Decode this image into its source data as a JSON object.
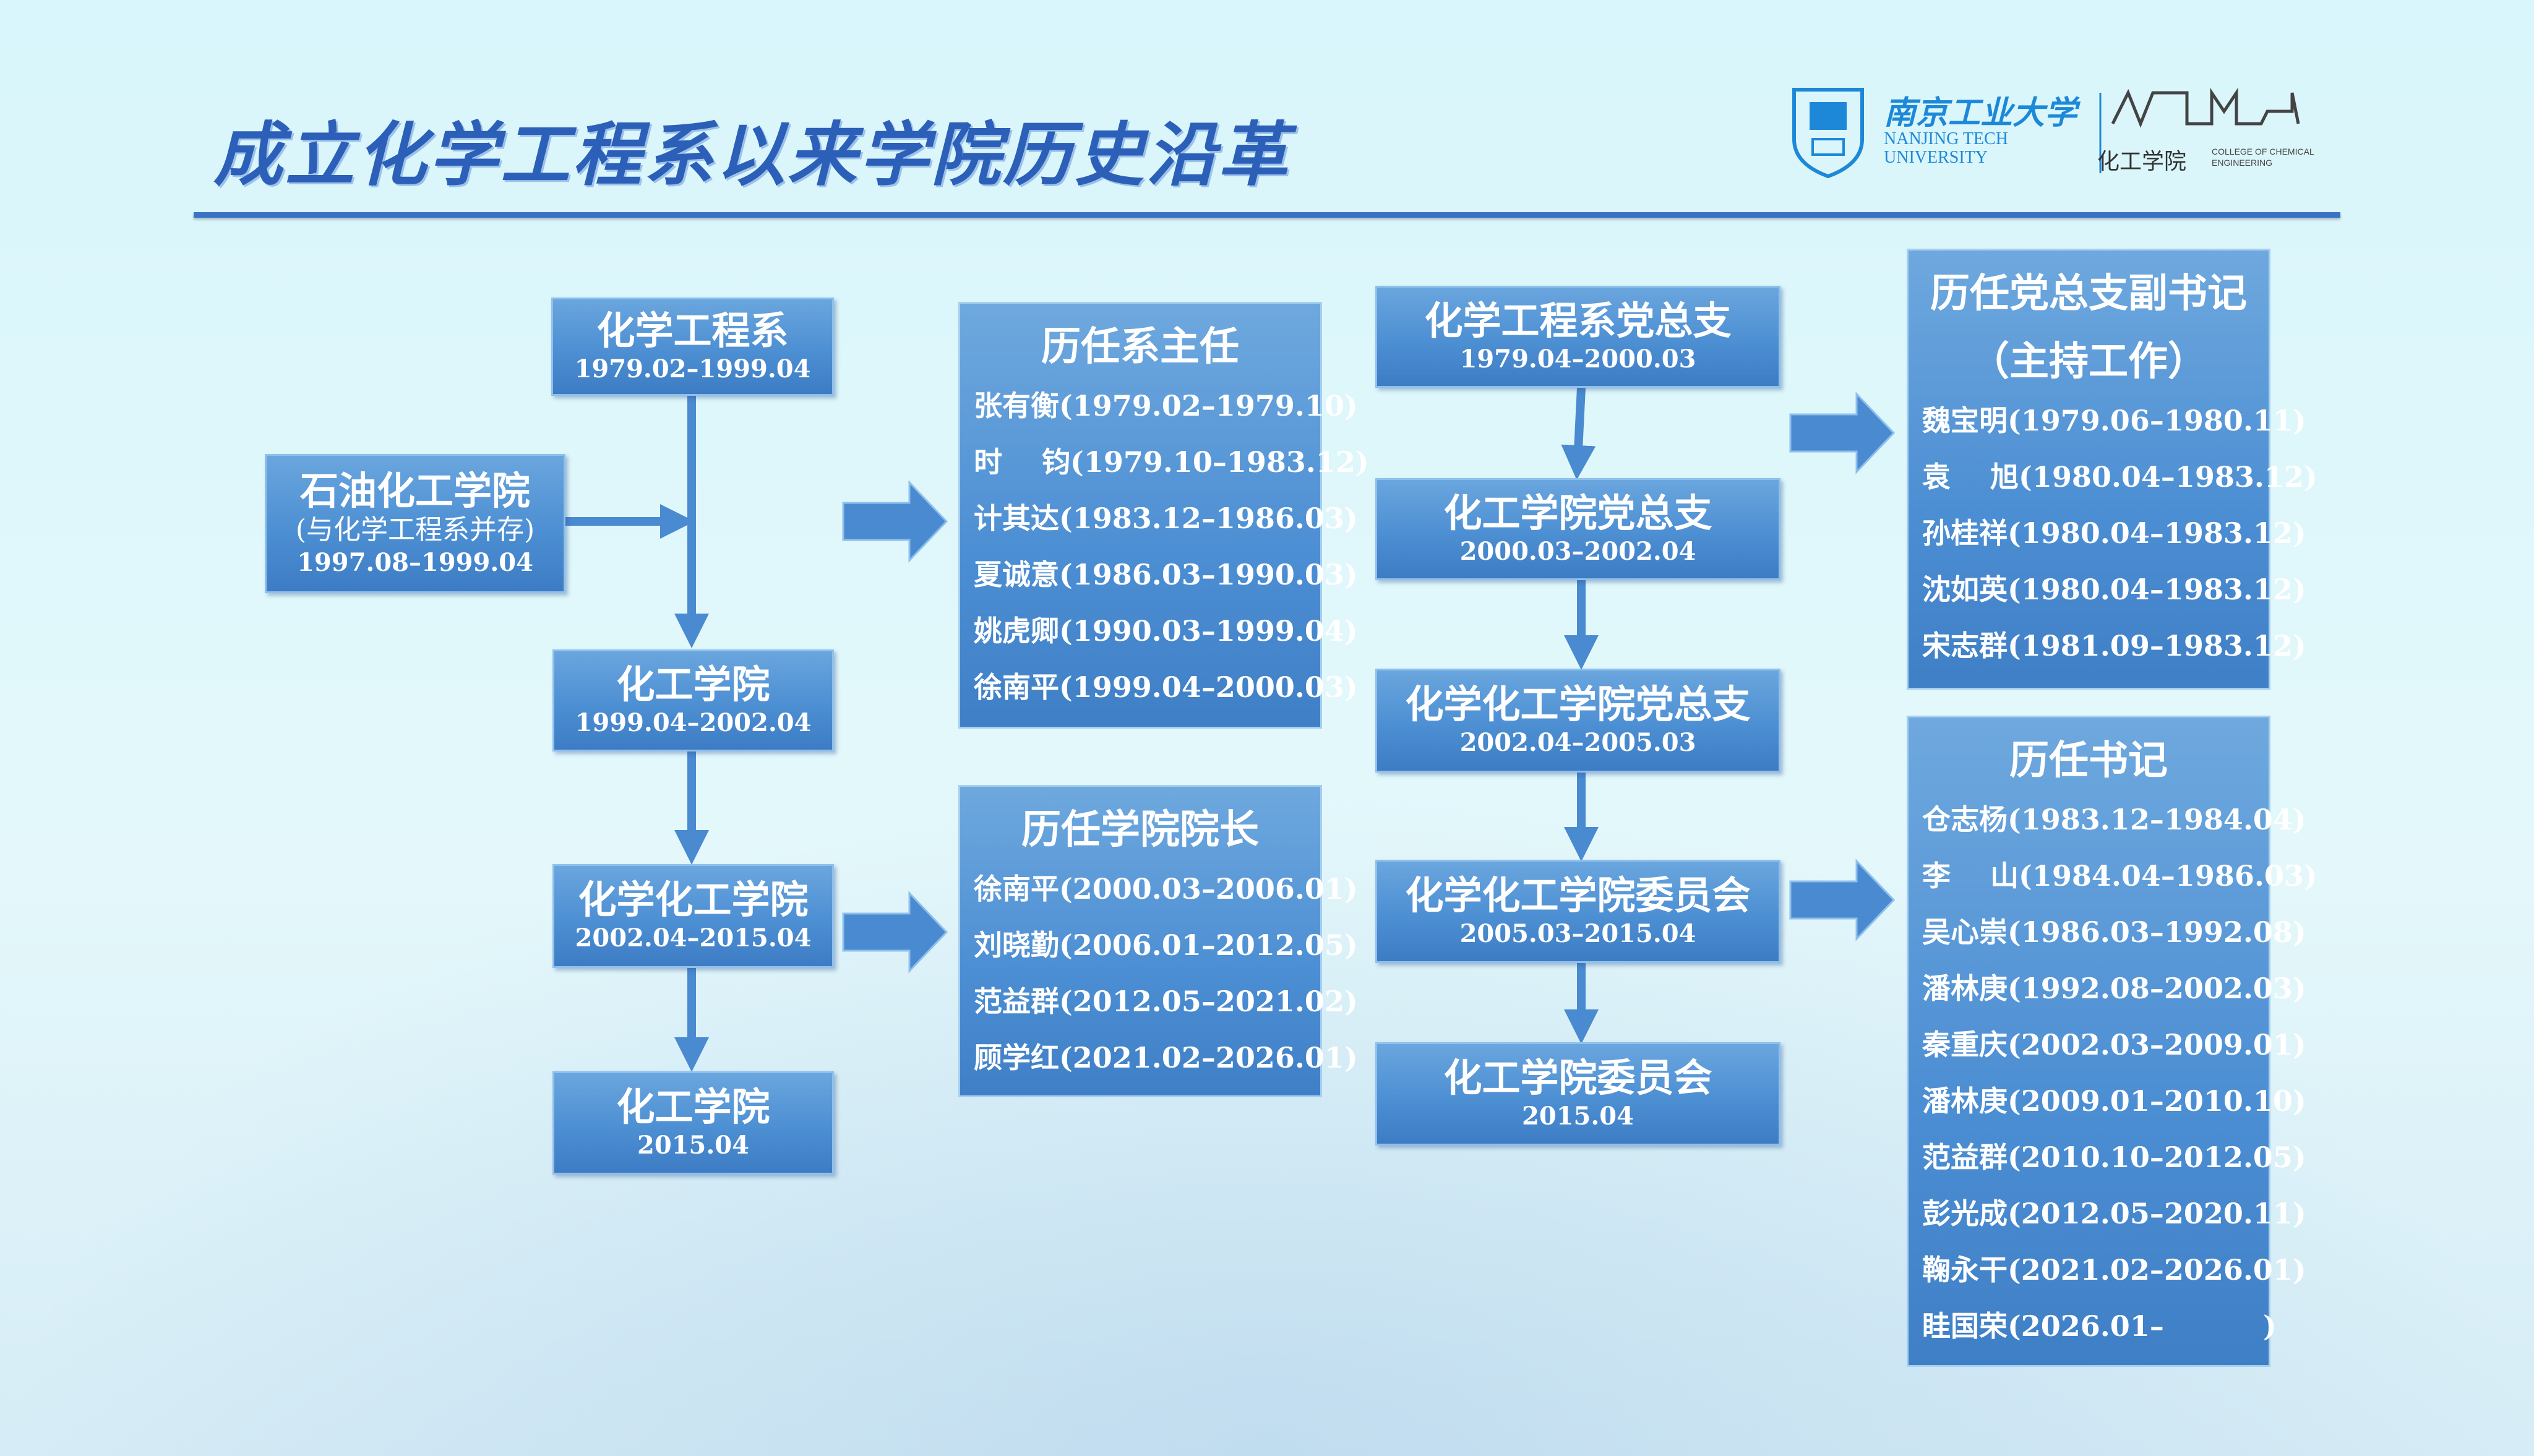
{
  "title": "成立化学工程系以来学院历史沿革",
  "logo": {
    "univ_cn": "南京工业大学",
    "univ_en1": "NANJING TECH",
    "univ_en2": "UNIVERSITY",
    "college_cn": "化工学院",
    "college_en1": "COLLEGE OF CHEMICAL",
    "college_en2": "ENGINEERING"
  },
  "units": [
    {
      "name": "化学工程系",
      "date": "1979.02–1999.04"
    },
    {
      "name": "石油化工学院",
      "note": "(与化学工程系并存)",
      "date": "1997.08–1999.04"
    },
    {
      "name": "化工学院",
      "date": "1999.04–2002.04"
    },
    {
      "name": "化学化工学院",
      "date": "2002.04–2015.04"
    },
    {
      "name": "化工学院",
      "date": "2015.04"
    }
  ],
  "dept_heads": {
    "title": "历任系主任",
    "items": [
      "张有衡(1979.02–1979.10)",
      "时    钧(1979.10–1983.12)",
      "计其达(1983.12–1986.03)",
      "夏诚意(1986.03–1990.03)",
      "姚虎卿(1990.03–1999.04)",
      "徐南平(1999.04–2000.03)"
    ]
  },
  "deans": {
    "title": "历任学院院长",
    "items": [
      "徐南平(2000.03–2006.01)",
      "刘晓勤(2006.01–2012.05)",
      "范益群(2012.05–2021.02)",
      "顾学红(2021.02–2026.01)"
    ]
  },
  "party": [
    {
      "name": "化学工程系党总支",
      "date": "1979.04–2000.03"
    },
    {
      "name": "化工学院党总支",
      "date": "2000.03–2002.04"
    },
    {
      "name": "化学化工学院党总支",
      "date": "2002.04–2005.03"
    },
    {
      "name": "化学化工学院委员会",
      "date": "2005.03–2015.04"
    },
    {
      "name": "化工学院委员会",
      "date": "2015.04"
    }
  ],
  "deputy_secretaries": {
    "title": "历任党总支副书记",
    "subtitle": "（主持工作）",
    "items": [
      "魏宝明(1979.06–1980.11)",
      "袁    旭(1980.04–1983.12)",
      "孙桂祥(1980.04–1983.12)",
      "沈如英(1980.04–1983.12)",
      "宋志群(1981.09–1983.12)"
    ]
  },
  "secretaries": {
    "title": "历任书记",
    "items": [
      "仓志杨(1983.12–1984.04)",
      "李    山(1984.04–1986.03)",
      "吴心崇(1986.03–1992.08)",
      "潘林庚(1992.08–2002.03)",
      "秦重庆(2002.03–2009.01)",
      "潘林庚(2009.01–2010.10)",
      "范益群(2010.10–2012.05)",
      "彭光成(2012.05–2020.11)",
      "鞠永干(2021.02–2026.01)",
      "眭国荣(2026.01–          )"
    ]
  },
  "colors": {
    "box": "#4d8fd3",
    "title": "#2c5fb8",
    "arrow": "#4a8ad0"
  }
}
